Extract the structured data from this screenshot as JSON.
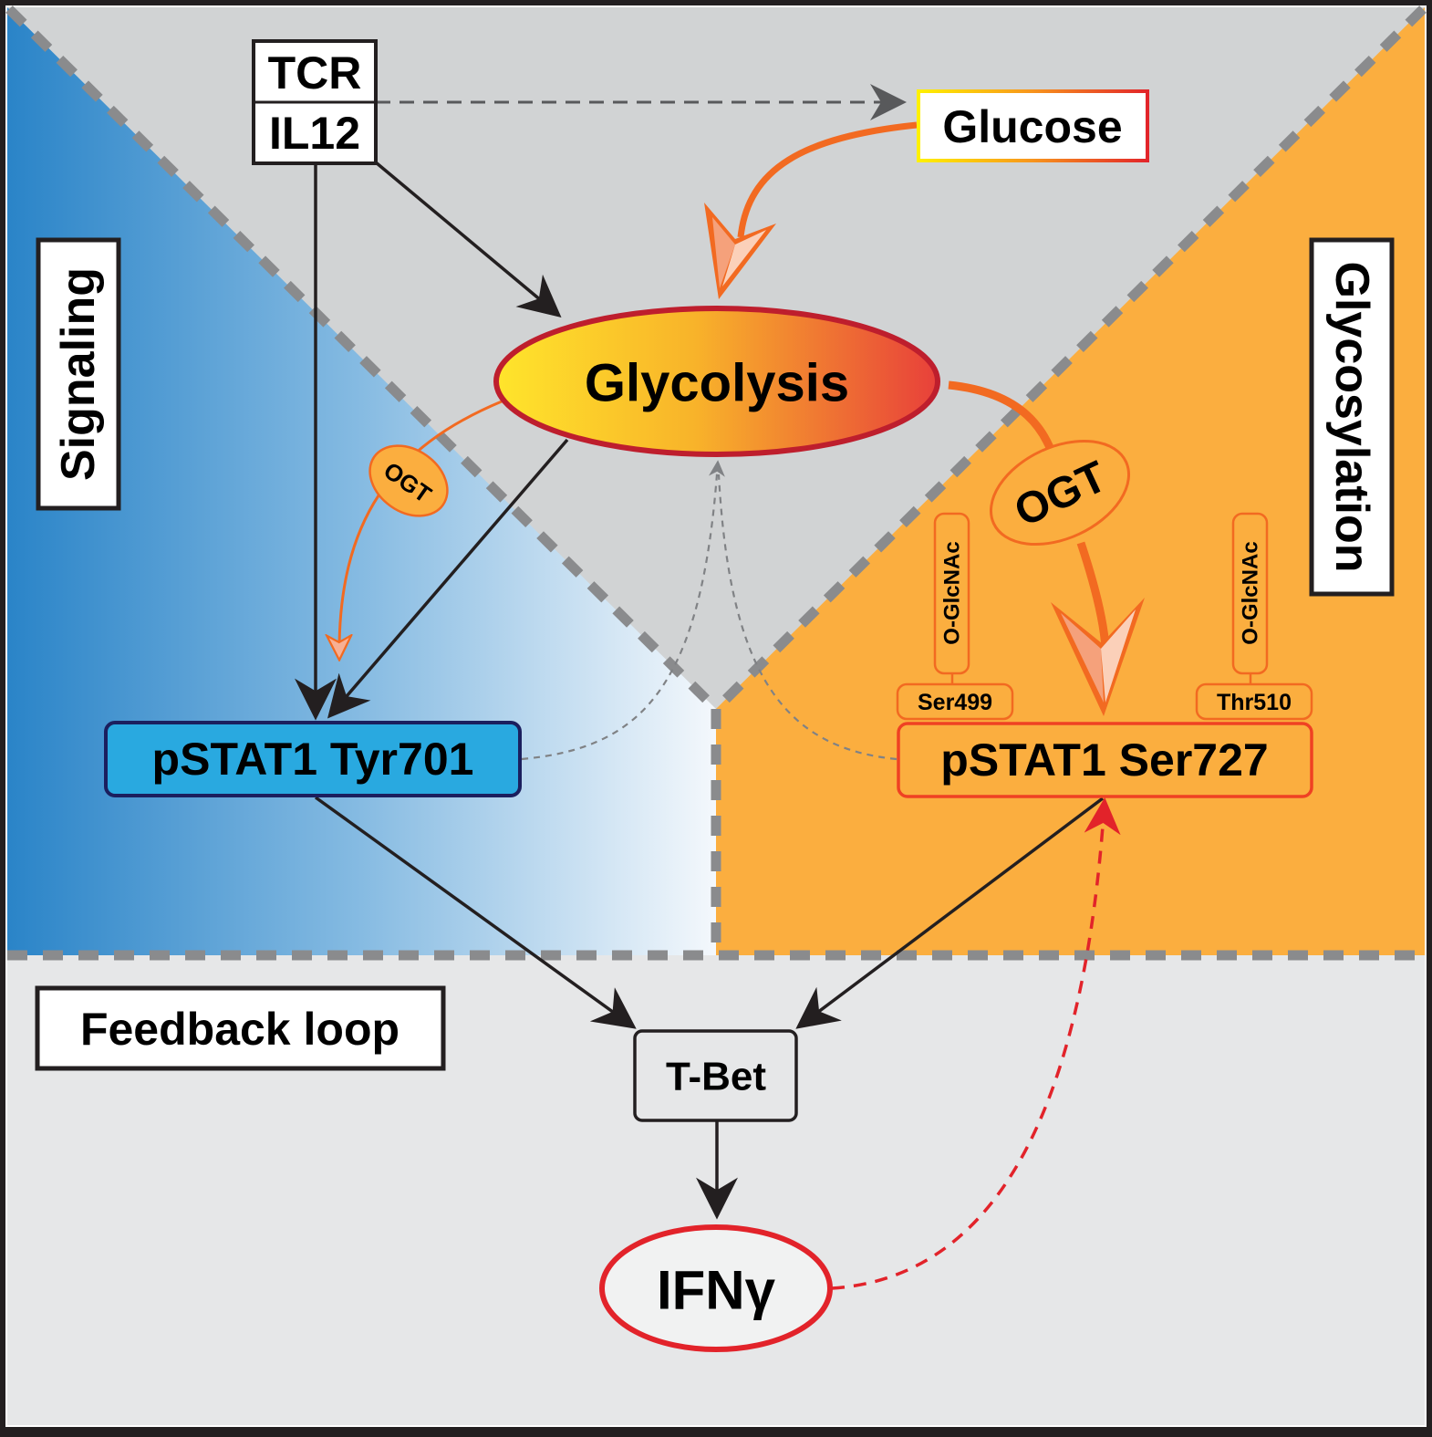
{
  "figure": {
    "type": "signaling-pathway-diagram",
    "panels": {
      "signaling": {
        "label": "Signaling",
        "color_from": "#2a84c8",
        "color_to": "#f4f8fc"
      },
      "glycosylation": {
        "label": "Glycosylation",
        "color": "#fbae3f"
      },
      "feedback": {
        "label": "Feedback loop",
        "color": "#e6e7e8"
      },
      "center_bg": "#d1d3d4"
    },
    "nodes": {
      "stimulus_top": "TCR",
      "stimulus_bottom": "IL12",
      "glucose": "Glucose",
      "glycolysis": "Glycolysis",
      "ogt_left": "OGT",
      "ogt_right": "OGT",
      "pstat_tyr": "pSTAT1 Tyr701",
      "pstat_ser": "pSTAT1 Ser727",
      "site_ser499": "Ser499",
      "site_thr510": "Thr510",
      "mod_1": "O-GlcNAc",
      "mod_2": "O-GlcNAc",
      "tbet": "T-Bet",
      "ifng": "IFNγ"
    },
    "colors": {
      "pstat_tyr_fill": "#29a9e0",
      "pstat_tyr_border": "#1b1f5e",
      "orange_stroke": "#f26a21",
      "red_border": "#e2232a",
      "glycolysis_border": "#be1e2d",
      "glycolysis_from": "#ffe52b",
      "glycolysis_to": "#e8403a",
      "divider": "#8a8b8d",
      "arrow_black": "#231f20"
    },
    "edges": [
      {
        "from": "TCR/IL12",
        "to": "Glucose",
        "style": "dashed-gray"
      },
      {
        "from": "Glucose",
        "to": "Glycolysis",
        "style": "orange-thick"
      },
      {
        "from": "TCR/IL12",
        "to": "Glycolysis",
        "style": "solid-black"
      },
      {
        "from": "TCR/IL12",
        "to": "pSTAT1 Tyr701",
        "style": "solid-black"
      },
      {
        "from": "Glycolysis",
        "to": "pSTAT1 Tyr701",
        "style": "solid-black"
      },
      {
        "from": "Glycolysis",
        "to": "pSTAT1 Tyr701",
        "via": "OGT",
        "style": "orange-thin"
      },
      {
        "from": "Glycolysis",
        "to": "pSTAT1 Ser727",
        "via": "OGT",
        "style": "orange-thick"
      },
      {
        "from": "pSTAT1 Tyr701",
        "to": "Glycolysis",
        "style": "dashed-gray"
      },
      {
        "from": "pSTAT1 Ser727",
        "to": "Glycolysis",
        "style": "dashed-gray"
      },
      {
        "from": "pSTAT1 Tyr701",
        "to": "T-Bet",
        "style": "solid-black"
      },
      {
        "from": "pSTAT1 Ser727",
        "to": "T-Bet",
        "style": "solid-black"
      },
      {
        "from": "T-Bet",
        "to": "IFNγ",
        "style": "solid-black"
      },
      {
        "from": "IFNγ",
        "to": "pSTAT1 Ser727",
        "style": "dashed-red"
      }
    ]
  }
}
